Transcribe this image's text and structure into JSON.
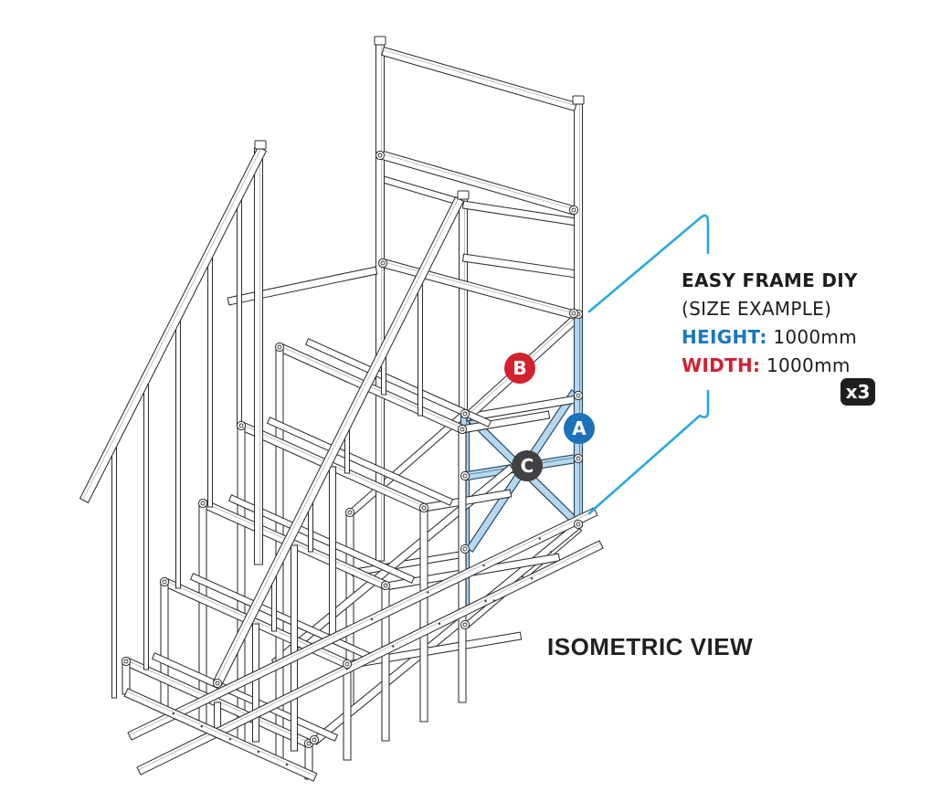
{
  "drawing": {
    "caption": "ISOMETRIC VIEW"
  },
  "part_labels": {
    "a": "A",
    "b": "B",
    "c": "C"
  },
  "callout": {
    "title": "EASY FRAME DIY",
    "subtitle": "(SIZE EXAMPLE)",
    "height_label": "HEIGHT:",
    "height_value": "1000mm",
    "width_label": "WIDTH:",
    "width_value": "1000mm",
    "multiplier": "x3"
  },
  "colors": {
    "label_a_blue": "#1b72b8",
    "label_b_red": "#d2222d",
    "label_c_gray": "#414042",
    "bracket_blue": "#29a8e0",
    "highlight_fill": "#b5d7ef",
    "highlight_stroke": "#2b4a66",
    "line_dark": "#2e2e2e",
    "text_dark": "#1d1d1f",
    "height_blue": "#1878be",
    "width_red": "#d51f30",
    "badge_bg": "#1f1f1f",
    "badge_text": "#ffffff",
    "caption_dark": "#232021"
  }
}
